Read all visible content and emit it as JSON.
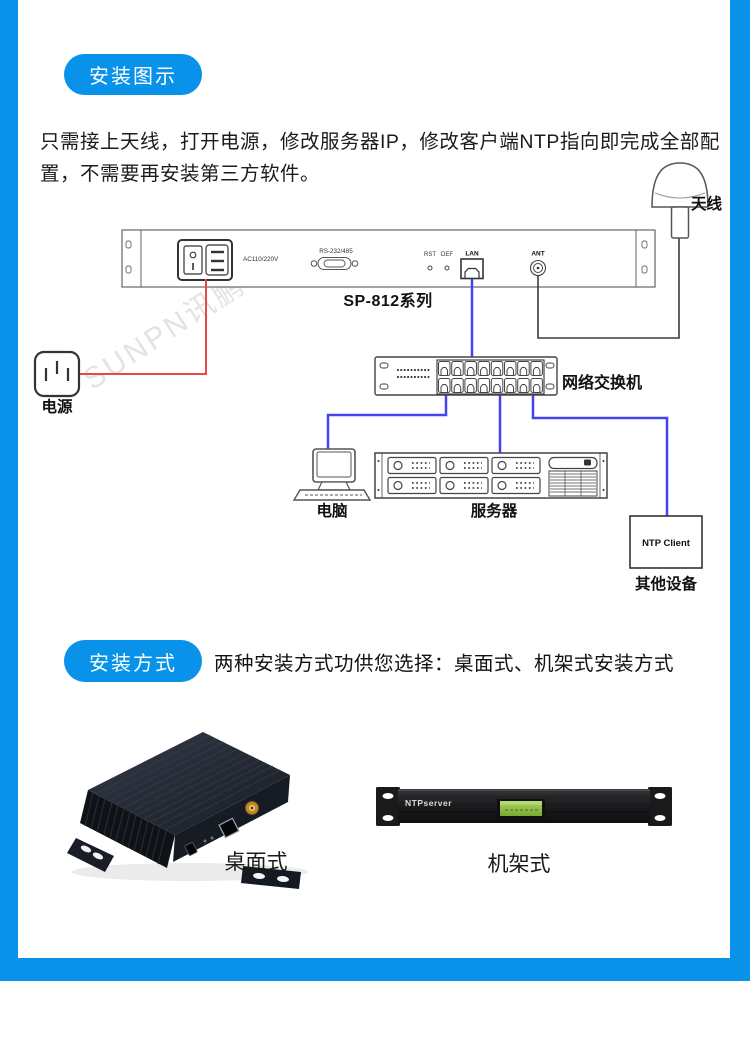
{
  "page": {
    "accent_color": "#0892e9",
    "wire_red_color": "#ef4545",
    "wire_blue_color": "#4343ef",
    "wire_black_color": "#3a3a3a"
  },
  "install_diagram_section": {
    "header_button": "安装图示",
    "description_line1": "只需接上天线，打开电源，修改服务器IP，修改客户端NTP指向即完成全部配",
    "description_line2": "置，不需要再安装第三方软件。",
    "watermark": "SUNPN讯鹏",
    "device_panel": {
      "power_socket_label": "AC110/220V",
      "serial_port_label": "RS-232/485",
      "reset_button_label": "RST",
      "default_button_label": "DEF",
      "lan_port_label": "LAN",
      "antenna_port_label": "ANT",
      "model_label": "SP-812系列"
    },
    "antenna_label": "天线",
    "power_outlet_label": "电源",
    "network_switch_label": "网络交换机",
    "computer_label": "电脑",
    "server_label": "服务器",
    "ntp_client_box_text": "NTP Client",
    "other_devices_label": "其他设备"
  },
  "install_method_section": {
    "header_button": "安装方式",
    "description": "两种安装方式功供您选择：桌面式、机架式安装方式",
    "rack_device_text": "NTPserver",
    "desktop_label": "桌面式",
    "rack_label": "机架式"
  }
}
